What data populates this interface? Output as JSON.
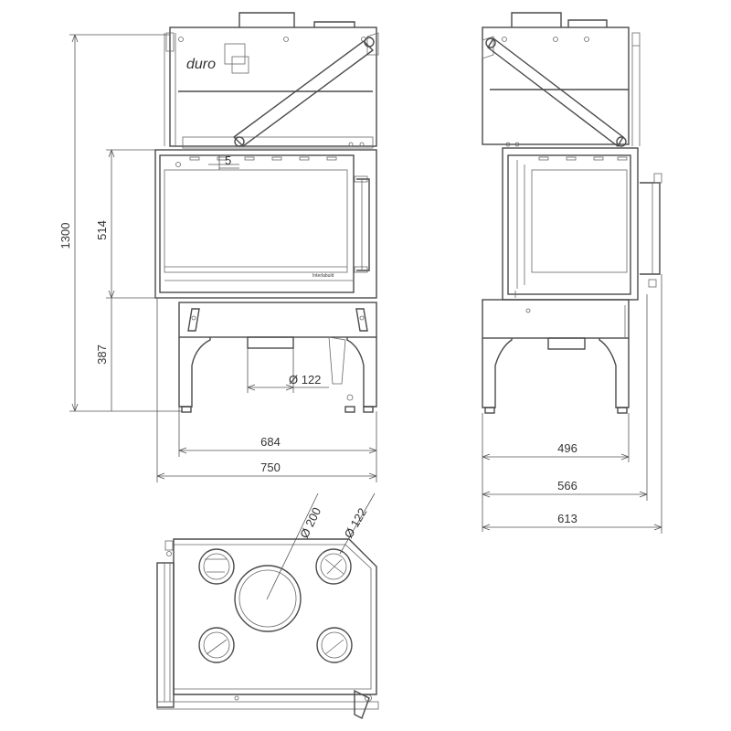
{
  "brand": {
    "logo_text": "duro"
  },
  "plate": {
    "text": "Interlabuld"
  },
  "dimensions": {
    "total_height": "1300",
    "glass_height": "514",
    "leg_height": "387",
    "pipe_front": "Ø 122",
    "door_gap": "5",
    "front_inner_width": "684",
    "front_outer_width": "750",
    "side_inner_depth": "496",
    "side_mid_depth": "566",
    "side_total_depth": "613",
    "top_large_pipe": "Ø 200",
    "top_small_pipe": "Ø 122"
  }
}
